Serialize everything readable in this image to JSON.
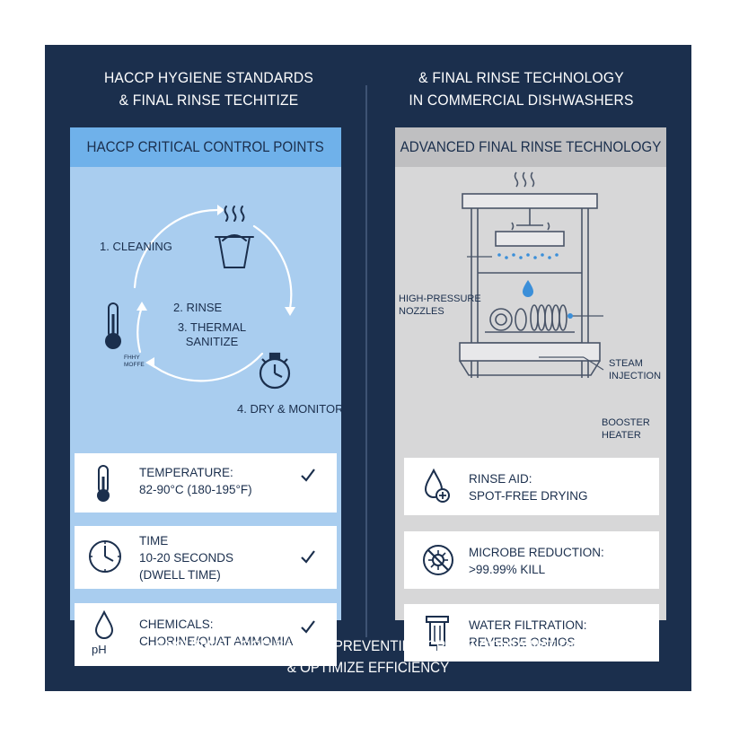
{
  "left": {
    "title_lines": [
      "HACCP HYGIENE STANDARDS",
      "& FINAL RINSE TECHITIZE"
    ],
    "panel_header": "HACCP CRITICAL CONTROL POINTS",
    "cycle": {
      "step1": "1. CLEANING",
      "step2": "2. RINSE",
      "step3_line1": "3. THERMAL",
      "step3_line2": "SANITIZE",
      "step4": "4. DRY & MONITOR",
      "thermo_label_line1": "FHHY",
      "thermo_label_line2": "MOFFE"
    },
    "cards": [
      {
        "icon": "thermometer-icon",
        "lines": [
          "TEMPERATURE:",
          "82-90°C (180-195°F)"
        ],
        "check": "✓"
      },
      {
        "icon": "clock-icon",
        "lines": [
          "TIME",
          "10-20 SECONDS",
          "(DWELL TIME)"
        ],
        "check": "✓"
      },
      {
        "icon": "chemical-drop-icon",
        "lines": [
          "CHEMICALS:",
          "CHORINE/QUAT AMMOMIA"
        ],
        "icon_text": "pH",
        "check": "✓"
      }
    ]
  },
  "right": {
    "title_lines": [
      "& FINAL RINSE TECHNOLOGY",
      "IN COMMERCIAL DISHWASHERS"
    ],
    "panel_header": "ADVANCED FINAL RINSE TECHNOLOGY",
    "diagram": {
      "nozzles_label": [
        "HIGH-PRESSURE",
        "NOZZLES"
      ],
      "steam_label": [
        "STEAM",
        "INJECTION"
      ],
      "heater_label": [
        "BOOSTER",
        "HEATER"
      ]
    },
    "cards": [
      {
        "icon": "rinse-aid-drop-icon",
        "lines": [
          "RINSE AID:",
          "SPOT-FREE DRYING"
        ]
      },
      {
        "icon": "microbe-reduction-icon",
        "lines": [
          "MICROBE REDUCTION:",
          ">99.99% KILL"
        ]
      },
      {
        "icon": "water-filter-icon",
        "lines": [
          "WATER FILTRATION:",
          "REVERSE OSMOS"
        ]
      }
    ]
  },
  "footer_lines": [
    "ENSURING FOOD SAFETY, PREVENTING CROSS-CONTAINATION",
    "& OPTIMIZE EFFICIENCY"
  ],
  "colors": {
    "navy": "#1b2f4d",
    "left_panel": "#a9cdef",
    "left_header": "#6fb1ea",
    "right_panel": "#d7d7d8",
    "right_header": "#bfbfc1",
    "accent_blue": "#3b8fd9"
  }
}
